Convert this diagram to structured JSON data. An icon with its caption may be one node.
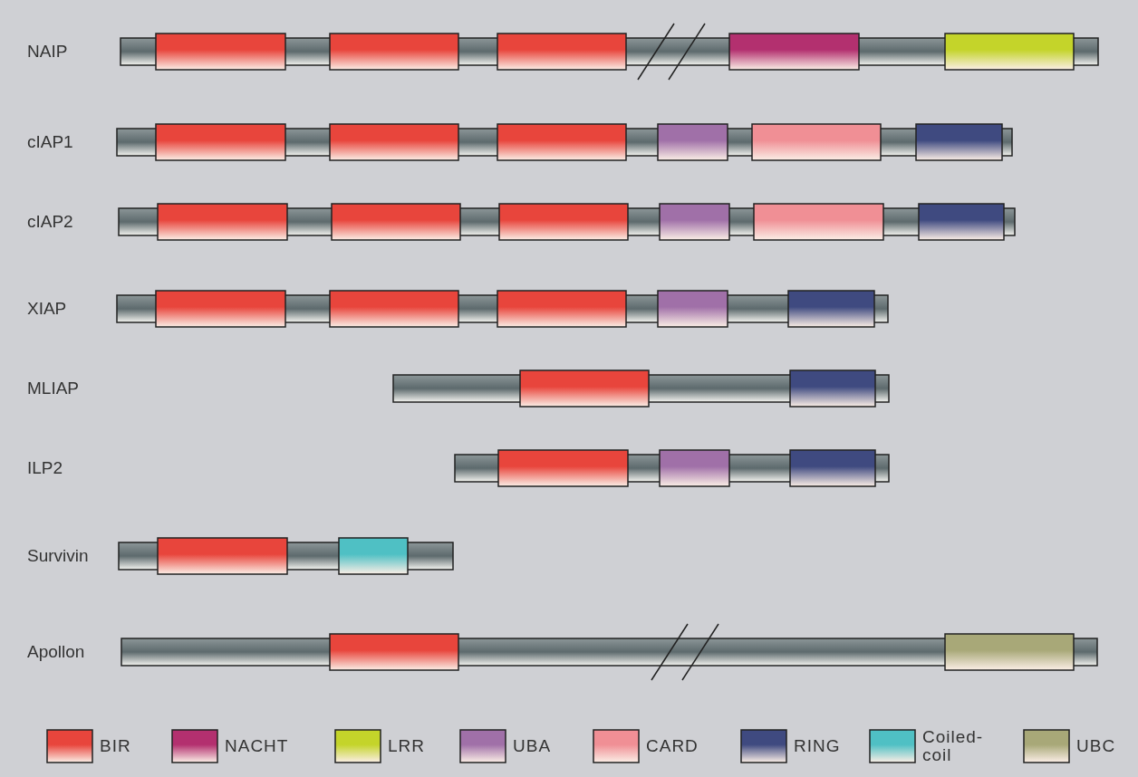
{
  "diagram": {
    "labels": [
      "NAIP",
      "cIAP1",
      "cIAP2",
      "XIAP",
      "MLIAP",
      "ILP2",
      "Survivin",
      "Apollon"
    ],
    "legend": [
      {
        "text": "BIR",
        "color": "#e8453c"
      },
      {
        "text": "NACHT",
        "color": "#b3306f"
      },
      {
        "text": "LRR",
        "color": "#c4d42a"
      },
      {
        "text": "UBA",
        "color": "#a070a8"
      },
      {
        "text": "CARD",
        "color": "#f08f95"
      },
      {
        "text": "RING",
        "color": "#3f4a80"
      },
      {
        "text": "Coiled-coil",
        "color": "#4fc0c4"
      },
      {
        "text": "UBC",
        "color": "#a8a878"
      }
    ]
  }
}
